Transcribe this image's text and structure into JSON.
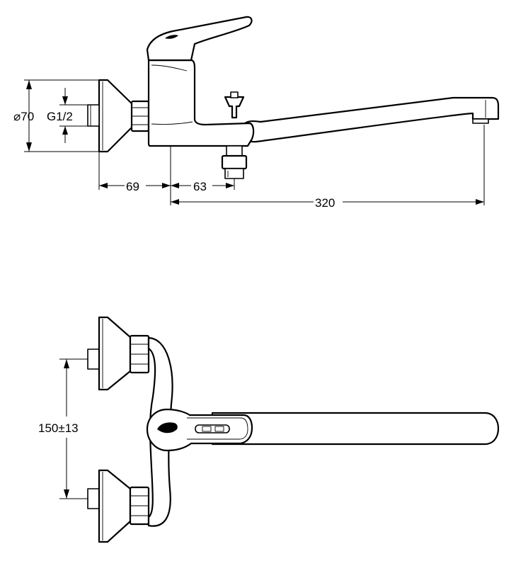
{
  "dimensions": {
    "flange_diameter": "⌀70",
    "thread": "G1/2",
    "wall_to_body": "69",
    "body_to_outlet": "63",
    "spout_reach": "320",
    "inlet_spacing": "150±13"
  }
}
